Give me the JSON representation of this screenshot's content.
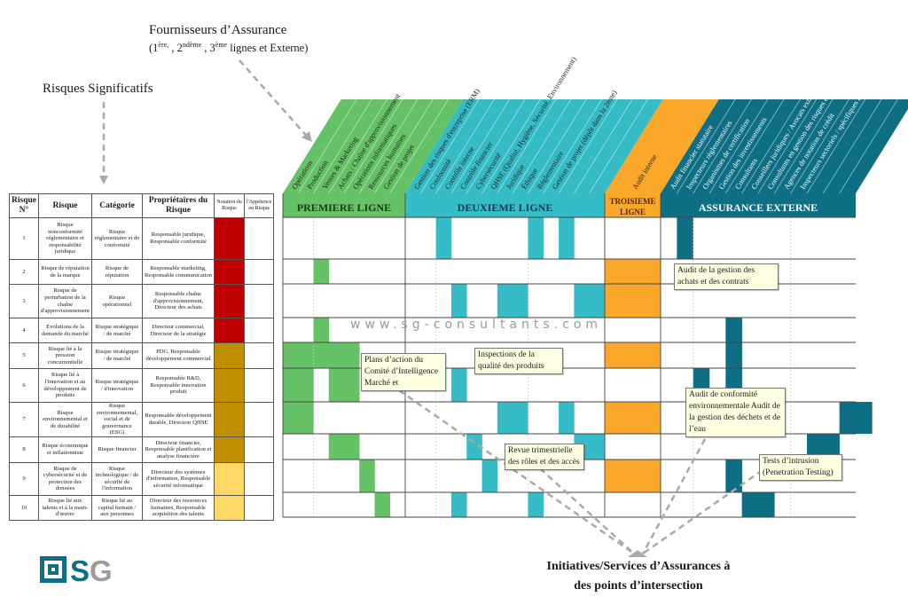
{
  "titles": {
    "providers": "Fournisseurs d’Assurance",
    "providers_sub_1": "(1",
    "providers_sup_1": "ère,",
    "providers_sub_2": " , 2",
    "providers_sup_2": "ndème",
    "providers_sub_3": " , 3",
    "providers_sup_3": "ème",
    "providers_sub_4": " lignes et Externe)",
    "significant_risks": "Risques Significatifs",
    "intersections_line1": "Initiatives/Services d’Assurances à",
    "intersections_line2": "des points d’intersection"
  },
  "watermark": "www.sg-consultants.com",
  "logo": {
    "text": "SG"
  },
  "table": {
    "headers": [
      "Risque N°",
      "Risque",
      "Catégorie",
      "Propriétaires du Risque",
      "Notation du Risque",
      "l'Appétence au Risque"
    ],
    "rows": [
      {
        "no": "1",
        "risk": "Risque nonconformité réglementaire et responsabilité juridique",
        "category": "Risque réglementaire et de conformité",
        "owners": "Responsable juridique, Responsable conformité",
        "rating_color": "#c00000"
      },
      {
        "no": "2",
        "risk": "Risque de réputation de la marque",
        "category": "Risque de réputation",
        "owners": "Responsable marketing, Responsable communication",
        "rating_color": "#c00000"
      },
      {
        "no": "3",
        "risk": "Risque de perturbation de la chaîne d'approvisionnement",
        "category": "Risque opérationnel",
        "owners": "Responsable chaîne d'approvisionnement, Directeur des achats",
        "rating_color": "#c00000"
      },
      {
        "no": "4",
        "risk": "Évolutions de la demande du marché",
        "category": "Risque stratégique / de marché",
        "owners": "Directeur commercial, Directeur de la stratégie",
        "rating_color": "#c00000"
      },
      {
        "no": "5",
        "risk": "Risque lié à la pression concurrentielle",
        "category": "Risque stratégique / de marché",
        "owners": "PDG, Responsable développement commercial",
        "rating_color": "#bf8f00"
      },
      {
        "no": "6",
        "risk": "Risque lié à l'innovation et au développement de produits",
        "category": "Risque stratégique / d'innovation",
        "owners": "Responsable R&D, Responsable innovation produit",
        "rating_color": "#bf8f00"
      },
      {
        "no": "7",
        "risk": "Risque environnemental et de durabilité",
        "category": "Risque environnemental, social et de gouvernance (ESG)",
        "owners": "Responsable développement durable, Directeur QHSE",
        "rating_color": "#bf8f00"
      },
      {
        "no": "8",
        "risk": "Risque économique et inflationniste",
        "category": "Risque financier",
        "owners": "Directeur financier, Responsable planification et analyse financière",
        "rating_color": "#bf8f00"
      },
      {
        "no": "9",
        "risk": "Risque de cybersécurité et de protection des données",
        "category": "Risque technologique / de sécurité de l'information",
        "owners": "Directeur des systèmes d'information, Responsable sécurité informatique",
        "rating_color": "#ffd966"
      },
      {
        "no": "10",
        "risk": "Risque lié aux talents et à la main-d'œuvre",
        "category": "Risque lié au capital humain / aux personnes",
        "owners": "Directeur des ressources humaines, Responsable acquisition des talents",
        "rating_color": "#ffd966"
      }
    ]
  },
  "lines": [
    {
      "key": "pl",
      "label": "PREMIERE LIGNE",
      "color": "#66c266",
      "columns": [
        "Opérations",
        "Production",
        "Ventes & Marketing",
        "Achats / Chaîne d'approvisionnement",
        "Opérations informatiques",
        "Ressources humaines",
        "Gestion de projet",
        ""
      ]
    },
    {
      "key": "dl",
      "label": "DEUXIEME LIGNE",
      "color": "#35bcc6",
      "columns": [
        "Gestion des risques d'entreprise (ERM)",
        "Conformité",
        "Contrôle interne",
        "Contrôle financier",
        "Cybersécurité",
        "QHSE (Qualité, Hygiène, Sécurité, Environnement)",
        "Juridique",
        "Éthique",
        "Réglementaire",
        "Gestion de projet (dépôt dans la 2ème)",
        "",
        "",
        ""
      ]
    },
    {
      "key": "tl",
      "label_1": "TROISIEME",
      "label_2": "LIGNE",
      "color": "#f9a82a",
      "columns": [
        "Audit interne"
      ]
    },
    {
      "key": "ext",
      "label": "ASSURANCE EXTERNE",
      "color": "#0e6e84",
      "columns": [
        "Audit financier statutaire",
        "Inspecteurs réglementaires",
        "Organismes de certification",
        "Gestion des investissements",
        "Consultants",
        "Conseillers juridiques / Avocats externes",
        "Consultants en gestion des risques externes",
        "Agences de notation de crédit",
        "Inspecteurs sectoriels / spécifiques à l'industrie"
      ]
    }
  ],
  "matrix": {
    "pl": [
      [],
      [
        2
      ],
      [],
      [
        2
      ],
      [
        0,
        1,
        2,
        3,
        4
      ],
      [
        0,
        1,
        3,
        4
      ],
      [
        0,
        1
      ],
      [
        3,
        4
      ],
      [
        5
      ],
      [
        6
      ]
    ],
    "dl": [
      [
        2,
        8,
        10
      ],
      [],
      [
        3,
        6,
        7,
        11,
        12
      ],
      [],
      [],
      [
        3
      ],
      [
        6,
        7,
        10
      ],
      [
        4,
        11,
        12
      ],
      [
        5
      ],
      [
        3,
        8
      ]
    ],
    "tl": [
      false,
      true,
      true,
      false,
      true,
      false,
      true,
      false,
      true,
      false
    ],
    "ext": [
      [
        1
      ],
      [],
      [],
      [
        4
      ],
      [
        4
      ],
      [
        2,
        4
      ],
      [
        11,
        12
      ],
      [
        9,
        10
      ],
      [
        4
      ],
      [
        5,
        6
      ]
    ]
  },
  "callouts": [
    {
      "id": "plans",
      "text": "Plans d’action du Comité d’Intelligence Marché et"
    },
    {
      "id": "inspections",
      "text": "Inspections de la qualité des produits"
    },
    {
      "id": "audit-achats",
      "text": "Audit de la gestion des achats et des contrats"
    },
    {
      "id": "audit-env",
      "text": "Audit de conformité environnementale Audit de la gestion des déchets et de l’eau"
    },
    {
      "id": "revue",
      "text": "Revue trimestrielle des rôles et des accès"
    },
    {
      "id": "tests",
      "text": "Tests d’intrusion (Penetration Testing)"
    }
  ]
}
